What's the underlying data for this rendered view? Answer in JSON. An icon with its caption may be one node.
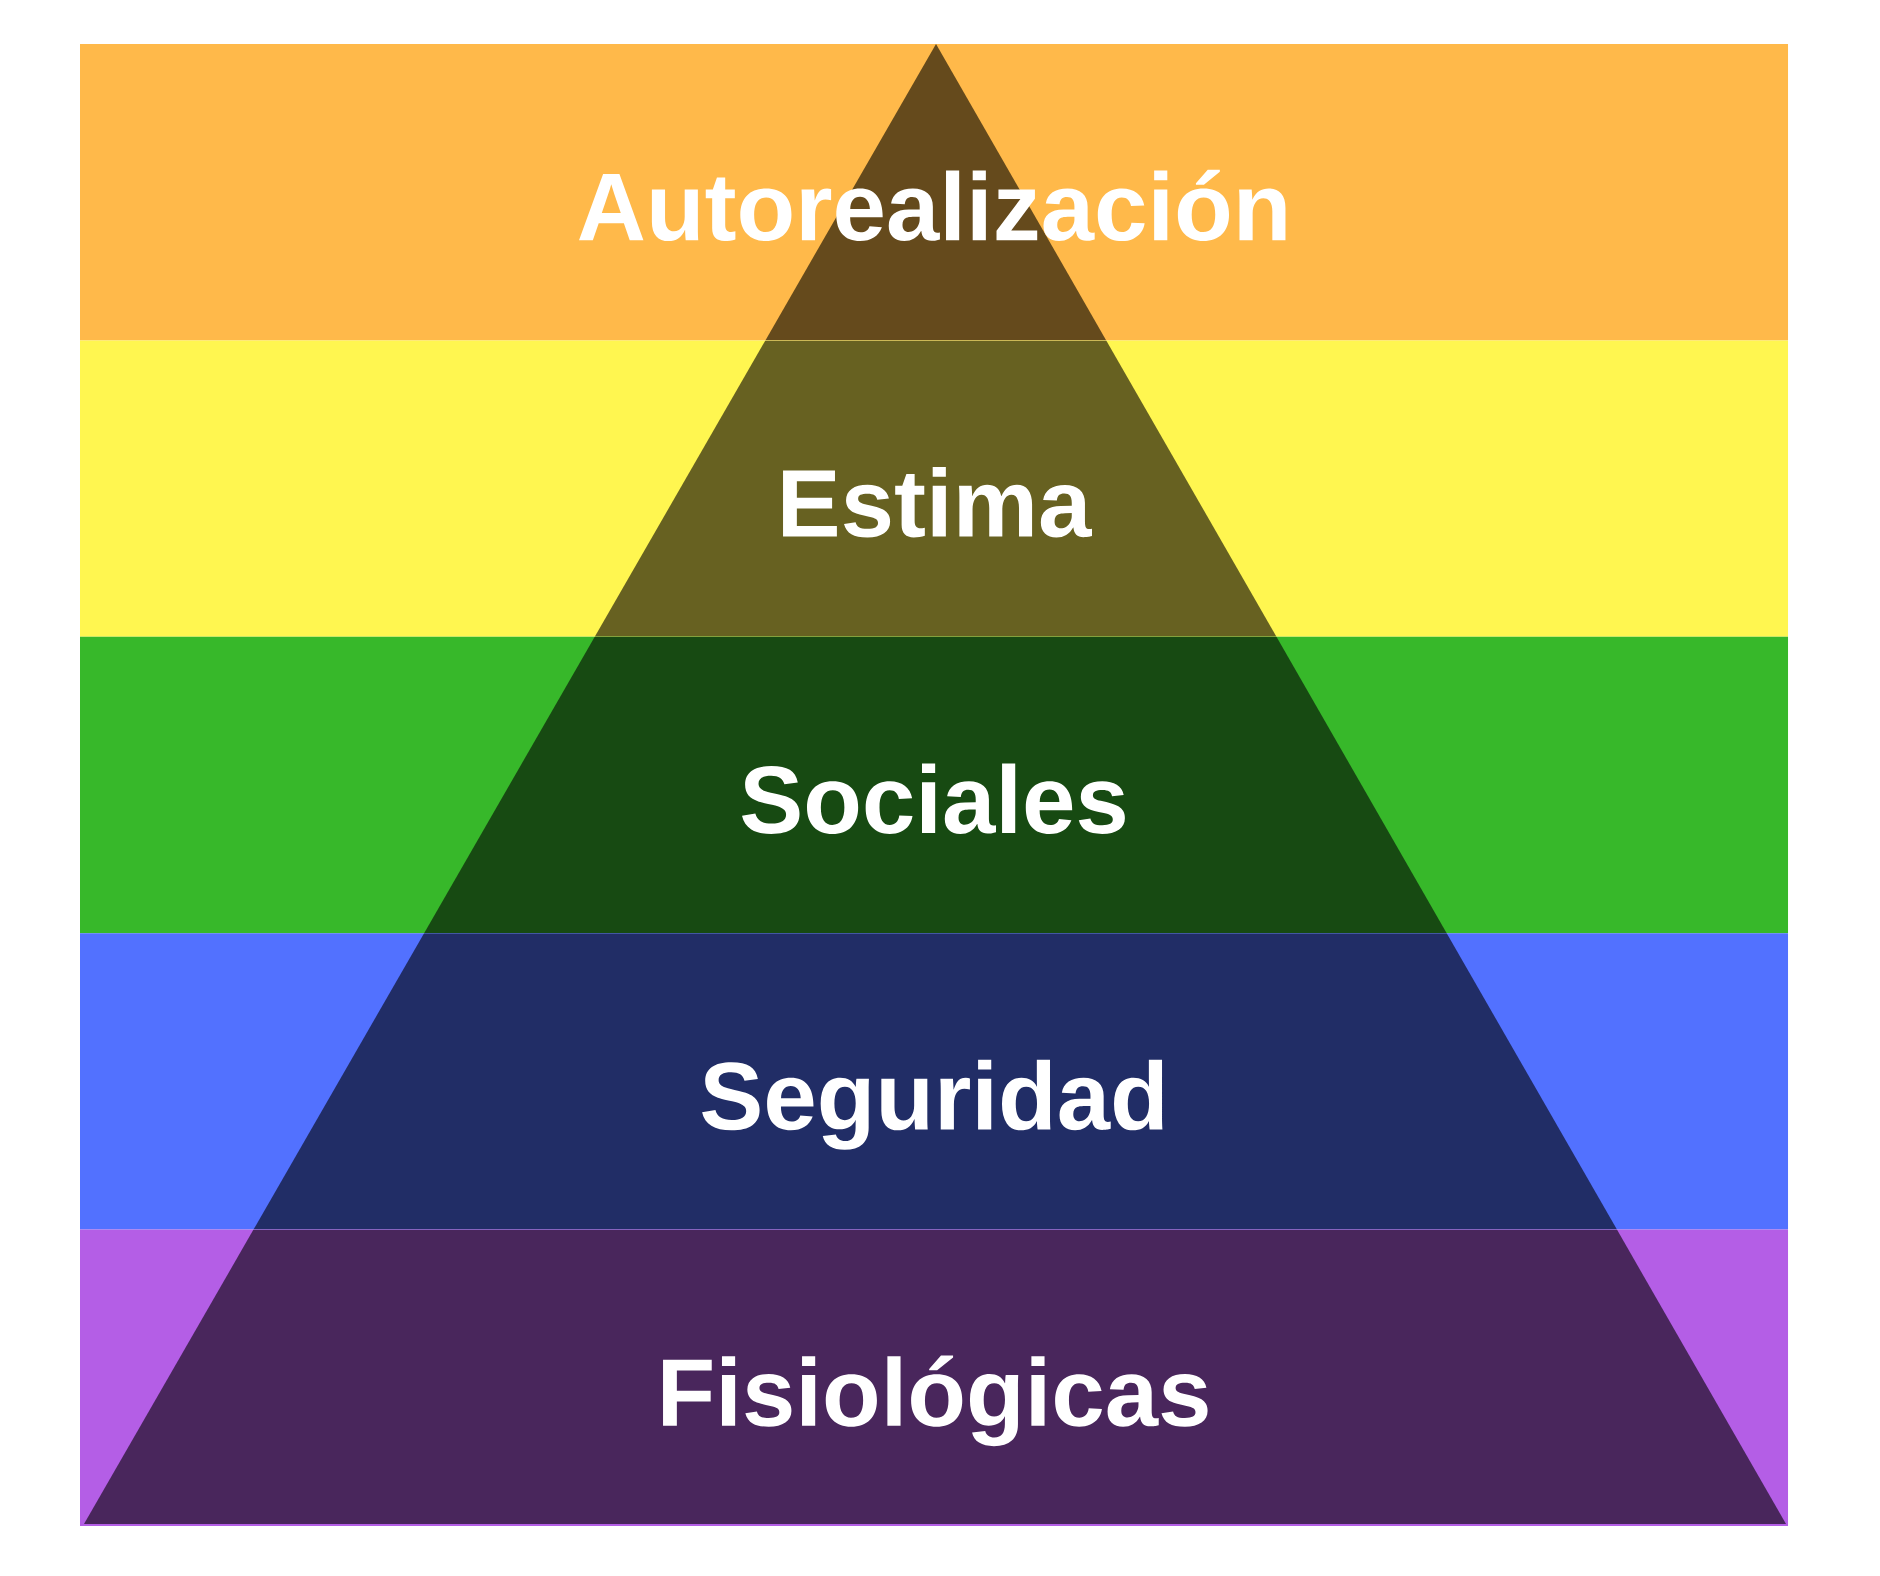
{
  "diagram": {
    "nodes": [
      {
        "text": [
          "Autorealización"
        ]
      },
      {
        "text": [
          "Estima"
        ]
      },
      {
        "text": [
          "Sociales"
        ]
      },
      {
        "text": [
          "Seguridad"
        ]
      },
      {
        "text": [
          "Fisiológicas"
        ]
      }
    ]
  }
}
